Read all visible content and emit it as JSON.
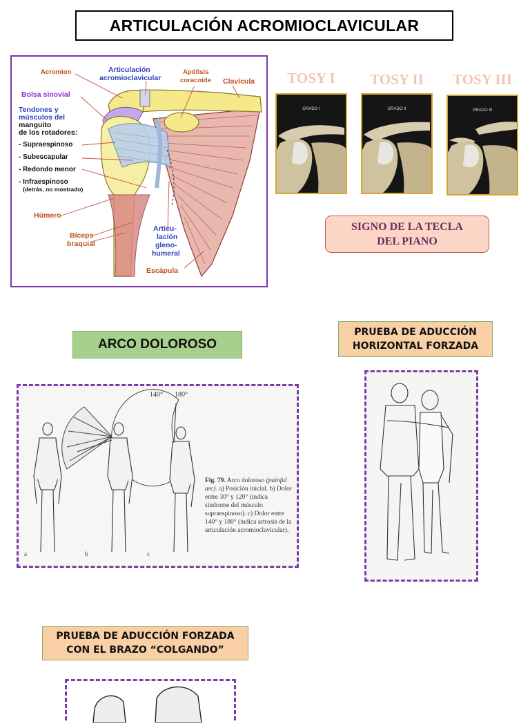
{
  "title": "ARTICULACIÓN ACROMIOCLAVICULAR",
  "anatomy": {
    "labels": {
      "acromion": "Acromion",
      "ac_joint_1": "Articulación",
      "ac_joint_2": "acromioclavicular",
      "apofisis_1": "Apófisis",
      "apofisis_2": "coracoide",
      "clavicula": "Clavícula",
      "bolsa": "Bolsa sinovial",
      "tendones_1": "Tendones y",
      "tendones_2": "músculos del",
      "tendones_3": "manguito",
      "tendones_4": "de los rotadores:",
      "supra": "- Supraespinoso",
      "subes": "- Subescapular",
      "redondo": "- Redondo menor",
      "infra": "- Infraespinoso",
      "infra_note": "(detrás, no mostrado)",
      "humero": "Húmero",
      "biceps_1": "Bíceps",
      "biceps_2": "braquial",
      "gleno_1": "Articu-",
      "gleno_2": "lación",
      "gleno_3": "gleno-",
      "gleno_4": "humeral",
      "escapula": "Escápula"
    }
  },
  "tosy": [
    {
      "heading": "TOSY I",
      "grade": "GRADO I"
    },
    {
      "heading": "TOSY II",
      "grade": "GRADO II"
    },
    {
      "heading": "TOSY III",
      "grade": "GRADO III"
    }
  ],
  "piano_sign": {
    "line1": "SIGNO DE LA TECLA",
    "line2": "DEL PIANO"
  },
  "arco": {
    "heading": "ARCO DOLOROSO",
    "angle_140": "140°",
    "angle_180": "180°",
    "panel_labels": [
      "a",
      "b",
      "c"
    ],
    "caption": {
      "fig": "Fig. 79.",
      "text1": " Arco doloroso ",
      "italic": "(painful arc).",
      "text2": " a) Posición inicial. b) Dolor entre 30° y 120° (indica síndrome del músculo supraespinoso). c) Dolor entre 140° y 180° (indica artrosis de la articulación acromioclavicular)."
    }
  },
  "aduccion_horizontal": {
    "line1": "PRUEBA DE ADUCCIÓN",
    "line2": "HORIZONTAL FORZADA"
  },
  "aduccion_colgando": {
    "line1": "PRUEBA DE ADUCCIÓN FORZADA",
    "line2": "CON EL BRAZO “COLGANDO”"
  },
  "colors": {
    "purple_border": "#7a34a8",
    "gold_border": "#d8a431",
    "green_box": "#a8d08d",
    "peach_box": "#f9cfa5"
  }
}
